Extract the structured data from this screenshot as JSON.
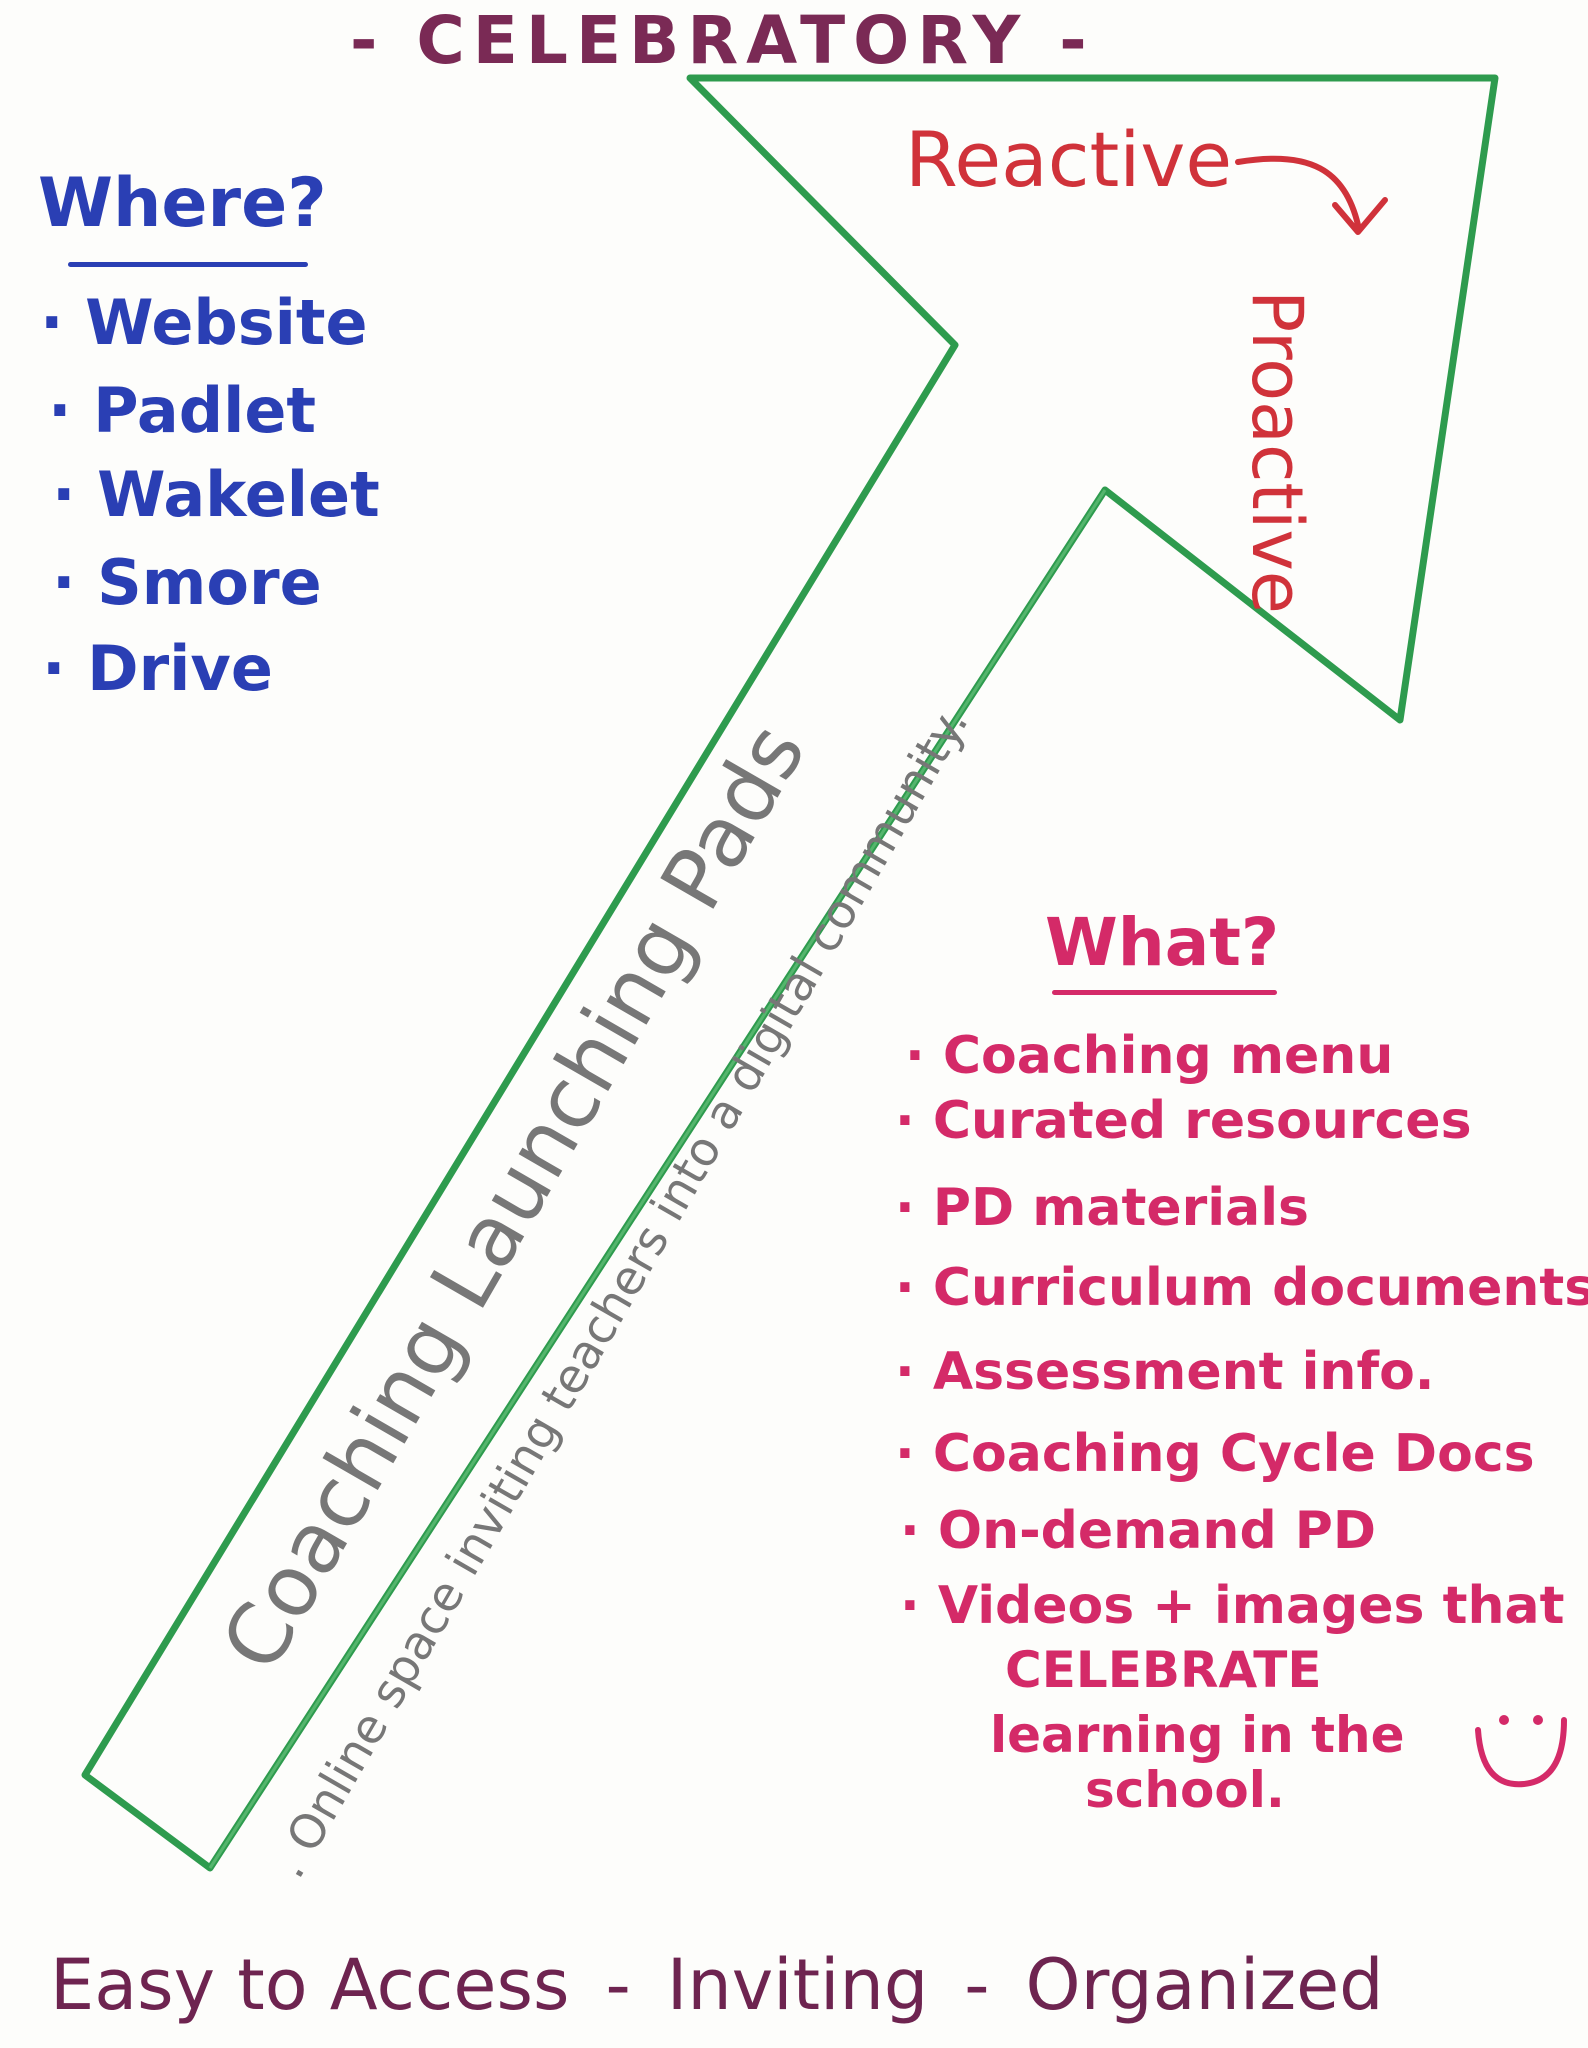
{
  "top_title": "- CELEBRATORY -",
  "where": {
    "title": "Where?",
    "items": [
      "· Website",
      "· Padlet",
      "· Wakelet",
      "· Smore",
      "· Drive"
    ]
  },
  "arrow": {
    "main_text": "Coaching Launching Pads",
    "sub_text": ". Online space inviting teachers into a digital community.",
    "reactive": "Reactive",
    "proactive": "Proactive",
    "outline_color": "#2e9b4e"
  },
  "what": {
    "title": "What?",
    "items": [
      "· Coaching menu",
      "· Curated resources",
      "· PD materials",
      "· Curriculum documents",
      "· Assessment info.",
      "· Coaching Cycle Docs",
      "· On-demand PD",
      "· Videos + images that"
    ],
    "continuation": [
      "CELEBRATE",
      "learning in the",
      "school."
    ]
  },
  "bottom": {
    "items": [
      "Easy to Access",
      "Inviting",
      "Organized"
    ],
    "separator": "-"
  },
  "colors": {
    "purple": "#7a2a55",
    "blue": "#2a3fb4",
    "red": "#d0323a",
    "pink": "#d42a68",
    "gray": "#777777",
    "green": "#2e9b4e"
  }
}
